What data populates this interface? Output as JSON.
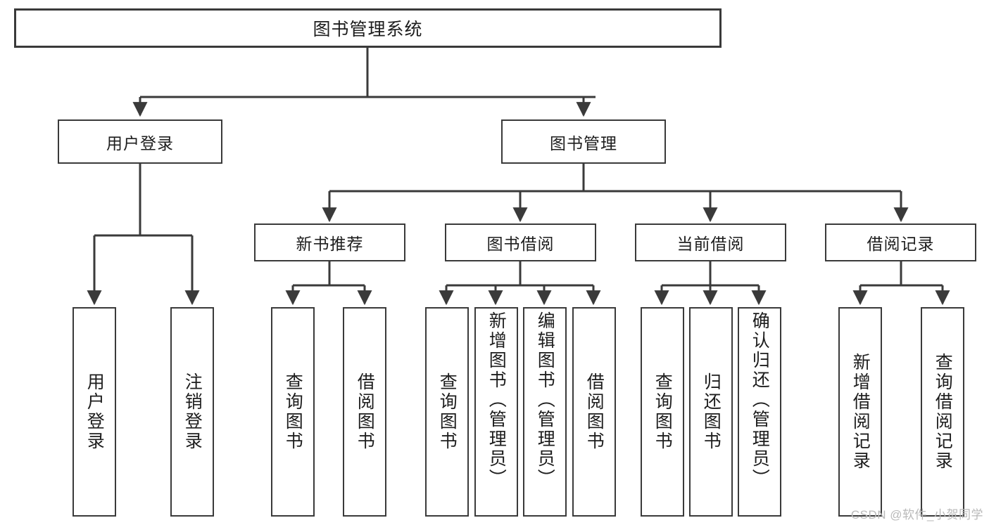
{
  "diagram": {
    "type": "tree-hierarchy-flowchart",
    "title_text": "图书管理系统",
    "watermark": "CSDN @软件_小贺同学",
    "colors": {
      "box_border": "#3a3a3a",
      "box_fill": "#ffffff",
      "connector": "#3a3a3a",
      "text": "#1d1d1d",
      "watermark": "#b9b9b9",
      "background": "#ffffff"
    },
    "nodes": {
      "root": {
        "label": "图书管理系统"
      },
      "level1": [
        {
          "id": "user-login",
          "label": "用户登录"
        },
        {
          "id": "book-manage",
          "label": "图书管理"
        }
      ],
      "level2": [
        {
          "id": "new-book-recommend",
          "label": "新书推荐",
          "parent": "book-manage"
        },
        {
          "id": "book-borrow",
          "label": "图书借阅",
          "parent": "book-manage"
        },
        {
          "id": "current-borrow",
          "label": "当前借阅",
          "parent": "book-manage"
        },
        {
          "id": "borrow-record",
          "label": "借阅记录",
          "parent": "book-manage"
        }
      ],
      "leaves": [
        {
          "id": "leaf-user-login",
          "label": "用户登录",
          "parent": "user-login"
        },
        {
          "id": "leaf-logout-login",
          "label": "注销登录",
          "parent": "user-login"
        },
        {
          "id": "leaf-query-book-1",
          "label": "查询图书",
          "parent": "new-book-recommend"
        },
        {
          "id": "leaf-borrow-book-1",
          "label": "借阅图书",
          "parent": "new-book-recommend"
        },
        {
          "id": "leaf-query-book-2",
          "label": "查询图书",
          "parent": "book-borrow"
        },
        {
          "id": "leaf-add-book",
          "label": "新增图书（管理员）",
          "parent": "book-borrow"
        },
        {
          "id": "leaf-edit-book",
          "label": "编辑图书（管理员）",
          "parent": "book-borrow"
        },
        {
          "id": "leaf-borrow-book-2",
          "label": "借阅图书",
          "parent": "book-borrow"
        },
        {
          "id": "leaf-query-book-3",
          "label": "查询图书",
          "parent": "current-borrow"
        },
        {
          "id": "leaf-return-book",
          "label": "归还图书",
          "parent": "current-borrow"
        },
        {
          "id": "leaf-confirm-return",
          "label": "确认归还（管理员）",
          "parent": "current-borrow"
        },
        {
          "id": "leaf-add-record",
          "label": "新增借阅记录",
          "parent": "borrow-record"
        },
        {
          "id": "leaf-query-record",
          "label": "查询借阅记录",
          "parent": "borrow-record"
        }
      ]
    }
  }
}
